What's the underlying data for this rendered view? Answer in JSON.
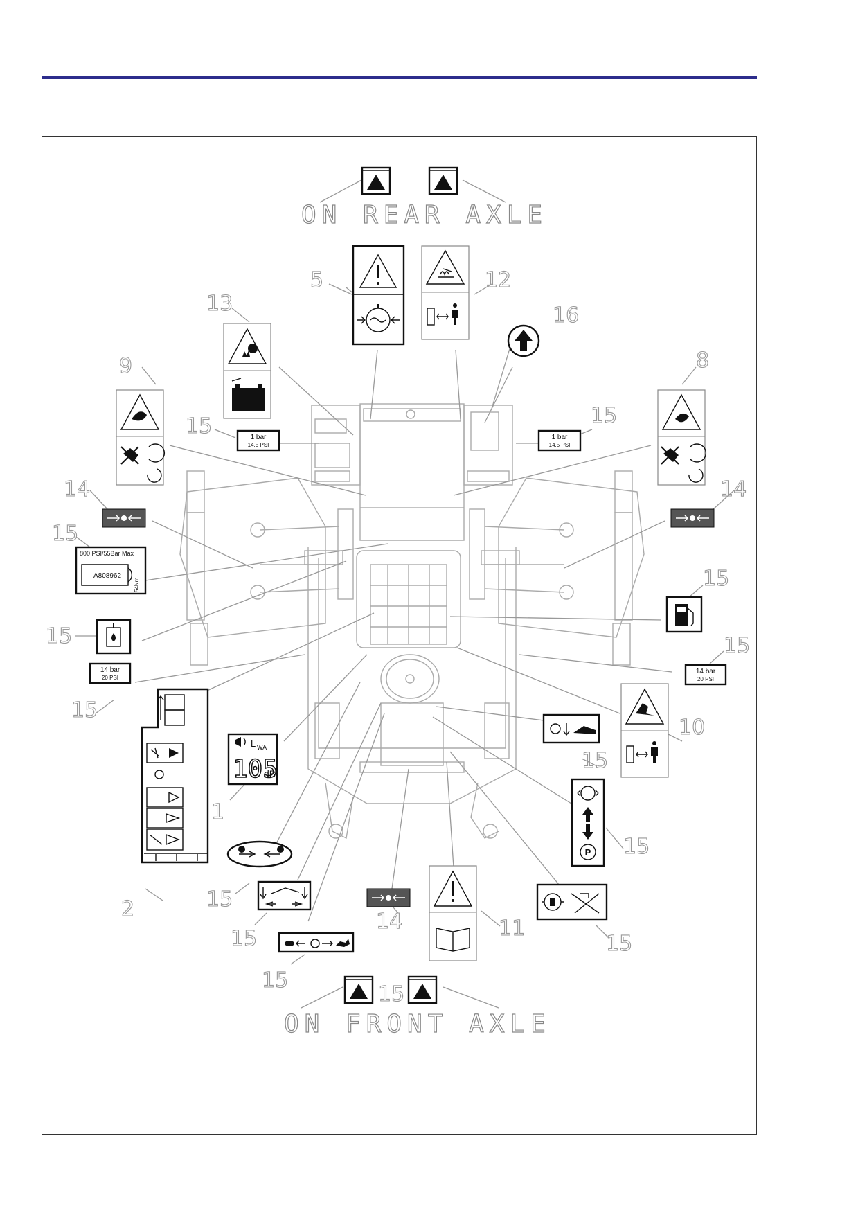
{
  "colors": {
    "header_rule": "#2d2d8c",
    "frame": "#333333",
    "ink": "#111111",
    "line_art": "#aaaaaa"
  },
  "axle_labels": {
    "rear": "ON REAR AXLE",
    "front": "ON FRONT AXLE"
  },
  "callouts": {
    "c1": "1",
    "c2": "2",
    "c5": "5",
    "c8": "8",
    "c9": "9",
    "c10": "10",
    "c11": "11",
    "c12": "12",
    "c13": "13",
    "c14a": "14",
    "c14b": "14",
    "c14c": "14",
    "c15": "15",
    "c16": "16"
  },
  "decals": {
    "pressure_1bar": {
      "line1": "1 bar",
      "line2": "14.5 PSI"
    },
    "pressure_14bar": {
      "line1": "14 bar",
      "line2": "20 PSI"
    },
    "hydraulic": {
      "top": "800 PSI/55Bar Max",
      "part": "A808962",
      "torque": "54Nm"
    },
    "noise": {
      "label": "L",
      "sub": "WA",
      "value": "105",
      "unit": "dB"
    }
  },
  "icons": [
    "warning-triangle-icon",
    "engine-coolant-icon",
    "hot-surface-icon",
    "keep-distance-icon",
    "battery-explosion-icon",
    "rotating-parts-icon",
    "fuel-pump-icon",
    "hydraulic-oil-icon",
    "parking-brake-icon",
    "manual-book-icon",
    "turtle-hare-icon",
    "lift-point-icon"
  ]
}
